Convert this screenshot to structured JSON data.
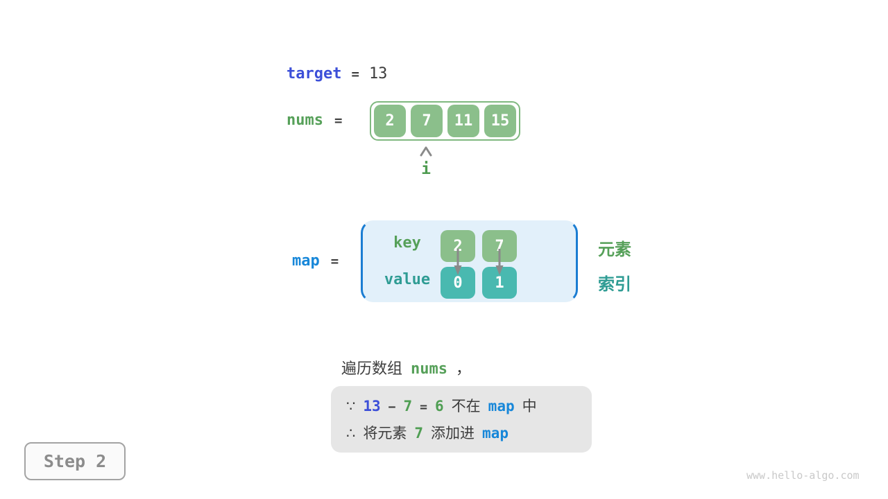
{
  "header": {
    "target_label": "target",
    "equals": "=",
    "target_value": "13"
  },
  "nums": {
    "label": "nums",
    "equals": "=",
    "values": [
      "2",
      "7",
      "11",
      "15"
    ],
    "pointer_index": 1,
    "pointer_label": "i"
  },
  "map": {
    "label": "map",
    "equals": "=",
    "key_label": "key",
    "value_label": "value",
    "keys": [
      "2",
      "7"
    ],
    "values": [
      "0",
      "1"
    ],
    "element_label": "元素",
    "index_label": "索引"
  },
  "caption": {
    "prefix": "遍历数组",
    "code": "nums",
    "comma": "，"
  },
  "note": {
    "line1": {
      "because": "∵",
      "minuend": "13",
      "minus": "−",
      "subtrahend": "7",
      "equals": "=",
      "difference": "6",
      "not_in": "不在",
      "map_ref": "map",
      "suffix": "中"
    },
    "line2": {
      "therefore": "∴",
      "prefix": "将元素",
      "element": "7",
      "action": "添加进",
      "map_ref": "map"
    }
  },
  "footer": {
    "step_label": "Step 2",
    "watermark": "www.hello-algo.com"
  },
  "colors": {
    "green_box": "#8bbf8b",
    "green_text": "#56a059",
    "teal_box": "#49b9b0",
    "teal_text": "#2f9c94",
    "indigo_text": "#3c4fd8",
    "blue_text": "#1787d9",
    "dark_text": "#3c3c3c",
    "map_bg": "#e2f0fa",
    "map_bracket": "#1b7dd2",
    "note_bg": "#e6e6e6",
    "gray_text": "#8c8c8c",
    "arrow_gray": "#8a8a8a"
  }
}
